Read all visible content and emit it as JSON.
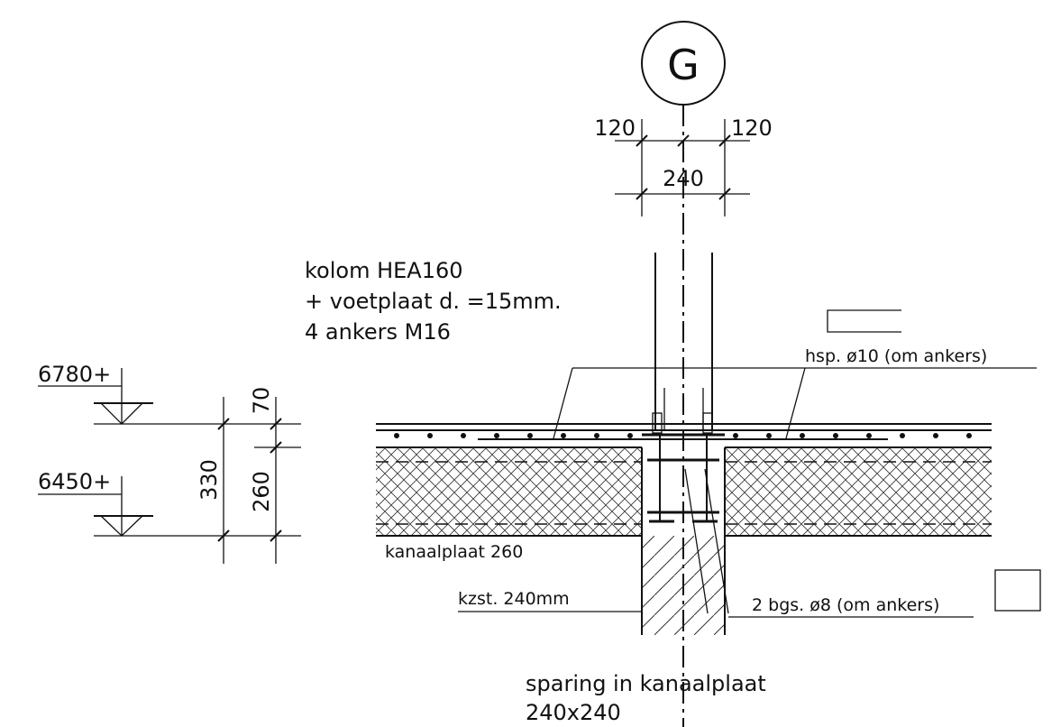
{
  "grid": {
    "label": "G"
  },
  "dimensions": {
    "top_left": "120",
    "top_right": "120",
    "top_total": "240",
    "total_height": "330",
    "part_upper": "70",
    "part_lower": "260"
  },
  "levels": [
    {
      "label": "6780+"
    },
    {
      "label": "6450+"
    }
  ],
  "annotations": {
    "column_line1": "kolom HEA160",
    "column_line2": "+ voetplaat d. =15mm.",
    "column_line3": "4 ankers M16",
    "hairpin": "hsp. ø10 (om ankers)",
    "slab": "kanaalplaat 260",
    "wall": "kzst. 240mm",
    "stirrups": "2 bgs. ø8 (om ankers)",
    "opening_line1": "sparing in kanaalplaat",
    "opening_line2": "240x240"
  }
}
